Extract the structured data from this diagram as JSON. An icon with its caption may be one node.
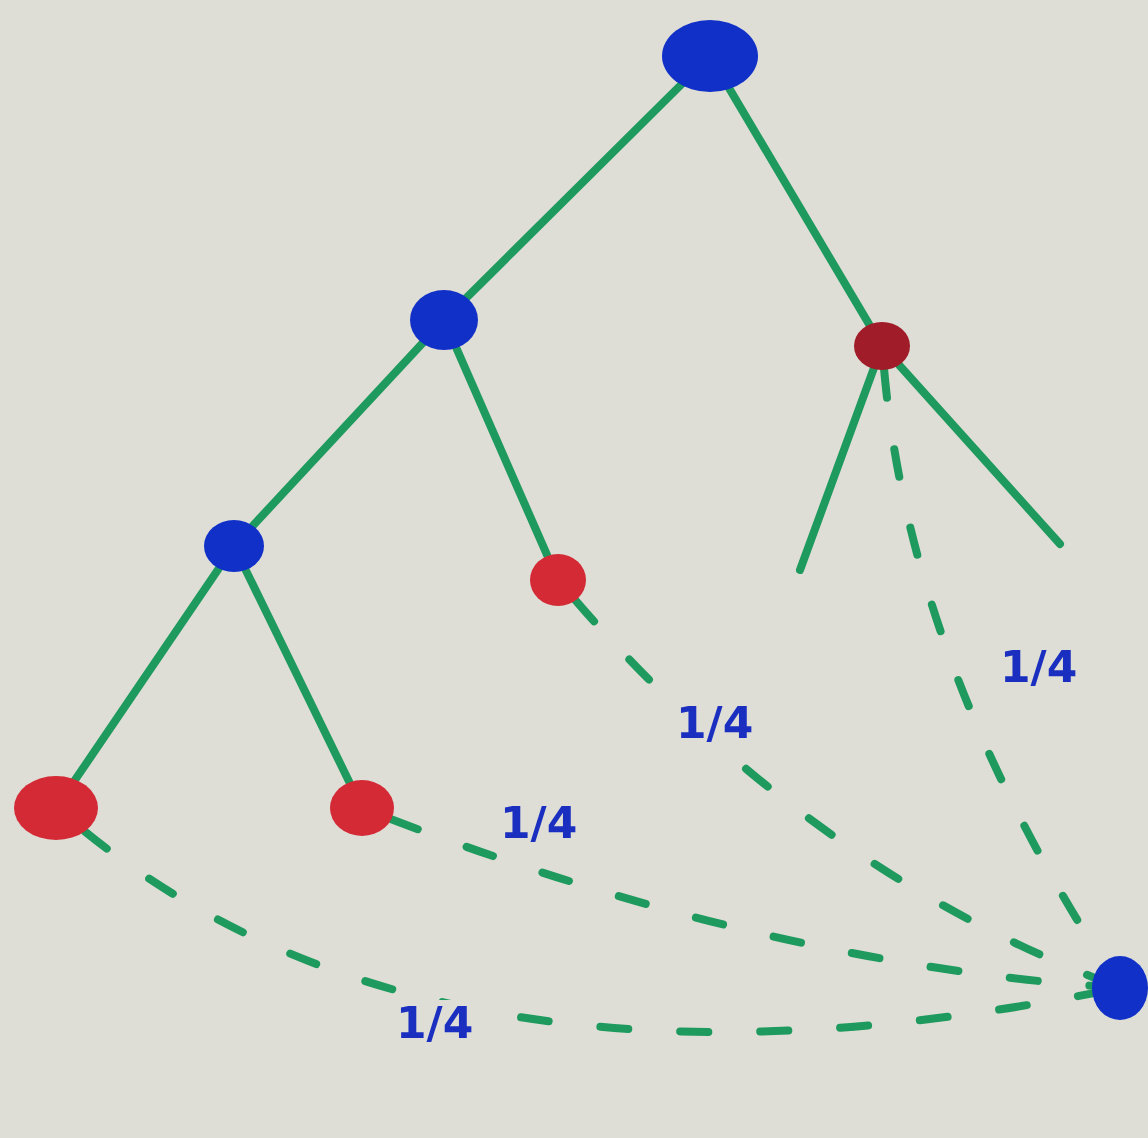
{
  "diagram": {
    "nodes": [
      {
        "text": [],
        "shape": "circle"
      },
      {
        "text": [],
        "shape": "circle"
      },
      {
        "text": [],
        "shape": "circle"
      },
      {
        "text": [],
        "shape": "circle"
      },
      {
        "text": [],
        "shape": "circle"
      },
      {
        "text": [],
        "shape": "circle"
      },
      {
        "text": [],
        "shape": "circle"
      },
      {
        "text": [],
        "shape": "circle"
      }
    ],
    "edges": [
      {
        "from": 0,
        "to": 1,
        "arrow": "none"
      },
      {
        "from": 0,
        "to": 2,
        "arrow": "none"
      },
      {
        "from": 1,
        "to": 3,
        "arrow": "none"
      },
      {
        "from": 1,
        "to": 4,
        "arrow": "none"
      },
      {
        "from": 3,
        "to": 5,
        "arrow": "none"
      },
      {
        "from": 3,
        "to": 6,
        "arrow": "none"
      },
      {
        "from": 2,
        "to": null,
        "arrow": "none"
      },
      {
        "from": 2,
        "to": null,
        "arrow": "none"
      },
      {
        "from": 2,
        "to": 7,
        "arrow": "none",
        "style": "dashed",
        "label": "1/4"
      },
      {
        "from": 4,
        "to": 7,
        "arrow": "none",
        "style": "dashed",
        "label": "1/4"
      },
      {
        "from": 6,
        "to": 7,
        "arrow": "none",
        "style": "dashed",
        "label": "1/4"
      },
      {
        "from": 5,
        "to": 7,
        "arrow": "none",
        "style": "dashed",
        "label": "1/4"
      }
    ]
  }
}
